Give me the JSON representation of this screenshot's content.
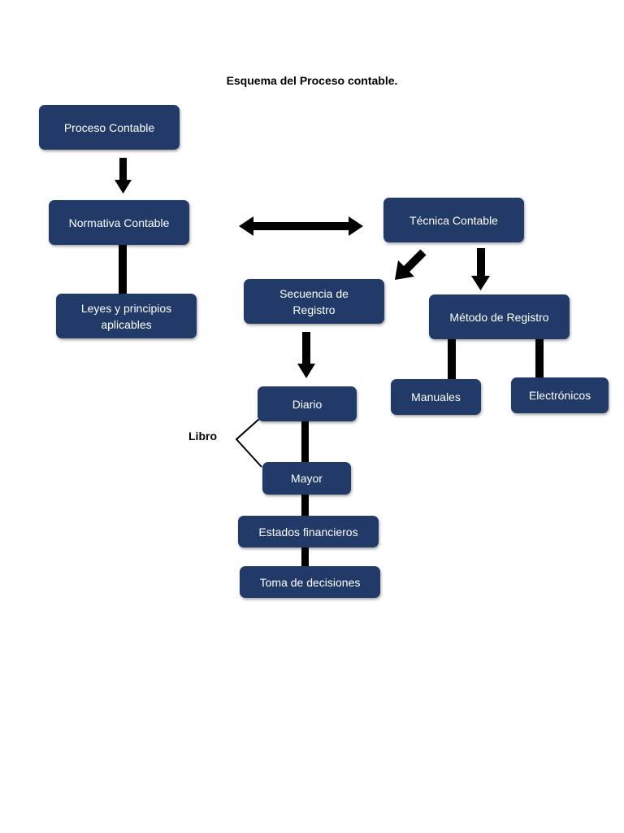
{
  "title": "Esquema del Proceso contable.",
  "side_label": "Libro",
  "colors": {
    "box_fill": "#213a67",
    "box_text": "#ffffff",
    "connector": "#000000"
  },
  "nodes": {
    "proceso_contable": "Proceso Contable",
    "normativa_contable": "Normativa Contable",
    "leyes_principios": "Leyes y principios\naplicables",
    "tecnica_contable": "Técnica Contable",
    "secuencia_registro": "Secuencia de\nRegistro",
    "metodo_registro": "Método de Registro",
    "manuales": "Manuales",
    "electronicos": "Electrónicos",
    "diario": "Diario",
    "mayor": "Mayor",
    "estados_financieros": "Estados financieros",
    "toma_decisiones": "Toma de decisiones"
  }
}
